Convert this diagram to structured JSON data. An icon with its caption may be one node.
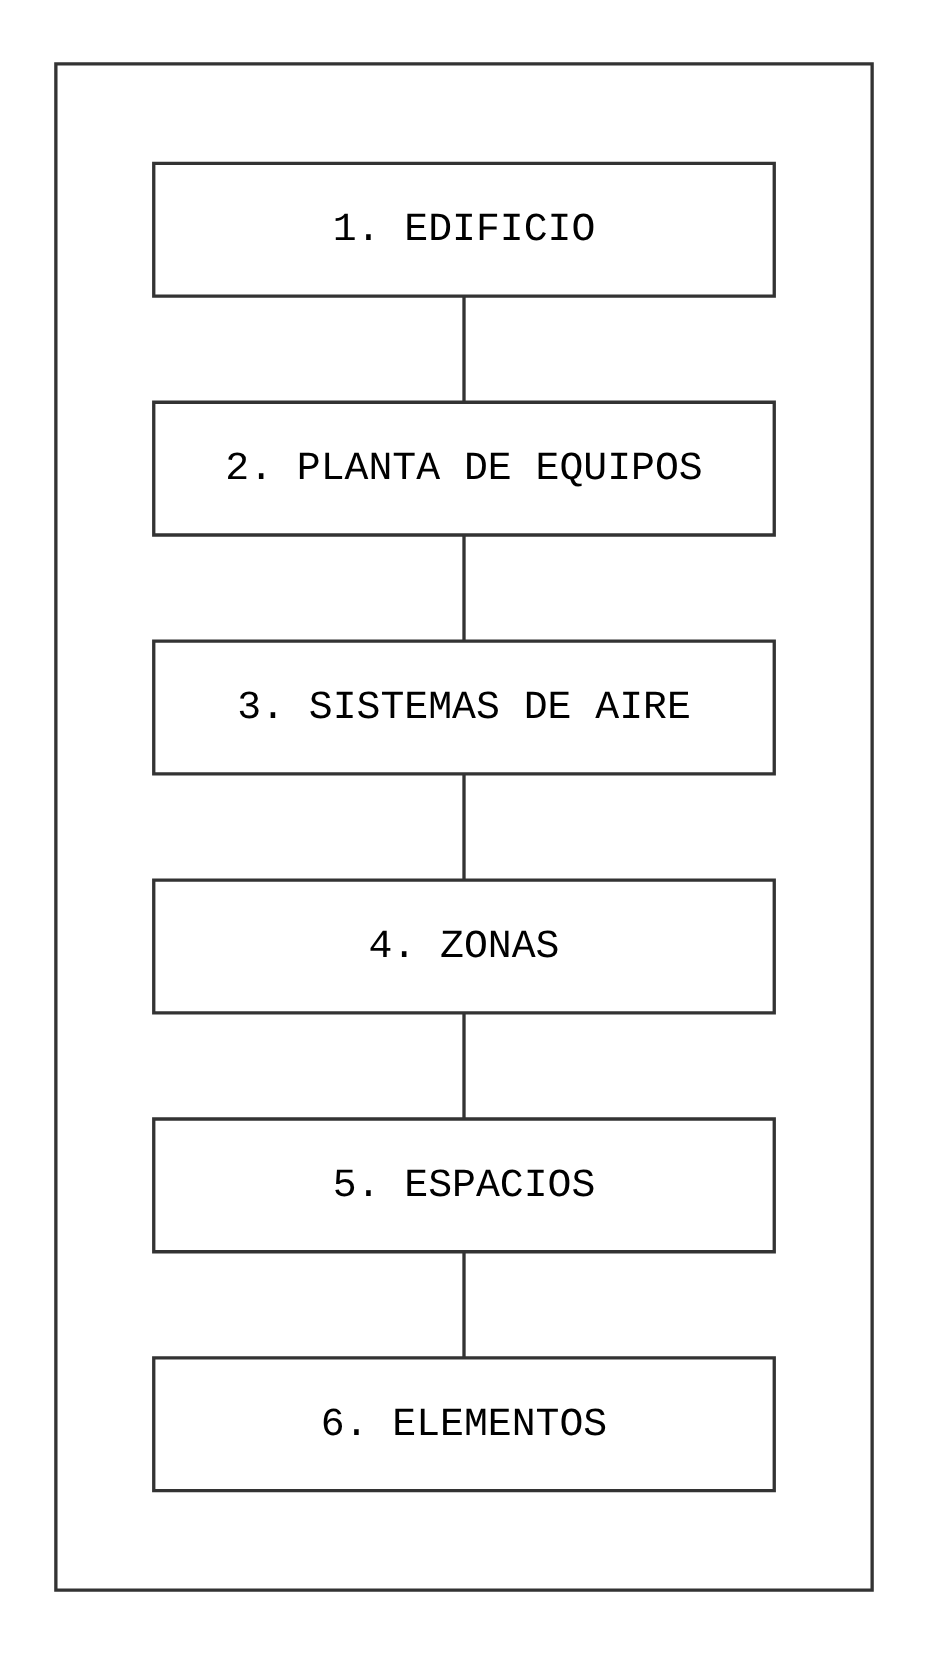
{
  "diagram": {
    "nodes": [
      {
        "text": [],
        "shape": "box"
      },
      {
        "text": [
          "1. EDIFICIO"
        ],
        "in": 0
      },
      {
        "text": [
          "2. PLANTA DE EQUIPOS"
        ],
        "in": 0
      },
      {
        "text": [
          "3. SISTEMAS DE AIRE"
        ],
        "in": 0
      },
      {
        "text": [
          "4. ZONAS"
        ],
        "in": 0
      },
      {
        "text": [
          "5. ESPACIOS"
        ],
        "in": 0
      },
      {
        "text": [
          "6. ELEMENTOS"
        ],
        "in": 0
      }
    ],
    "edges": [
      {
        "from": 1,
        "to": 2,
        "arrow": "none"
      },
      {
        "from": 2,
        "to": 3,
        "arrow": "none"
      },
      {
        "from": 3,
        "to": 4,
        "arrow": "none"
      },
      {
        "from": 4,
        "to": 5,
        "arrow": "none"
      },
      {
        "from": 5,
        "to": 6,
        "arrow": "none"
      }
    ]
  }
}
